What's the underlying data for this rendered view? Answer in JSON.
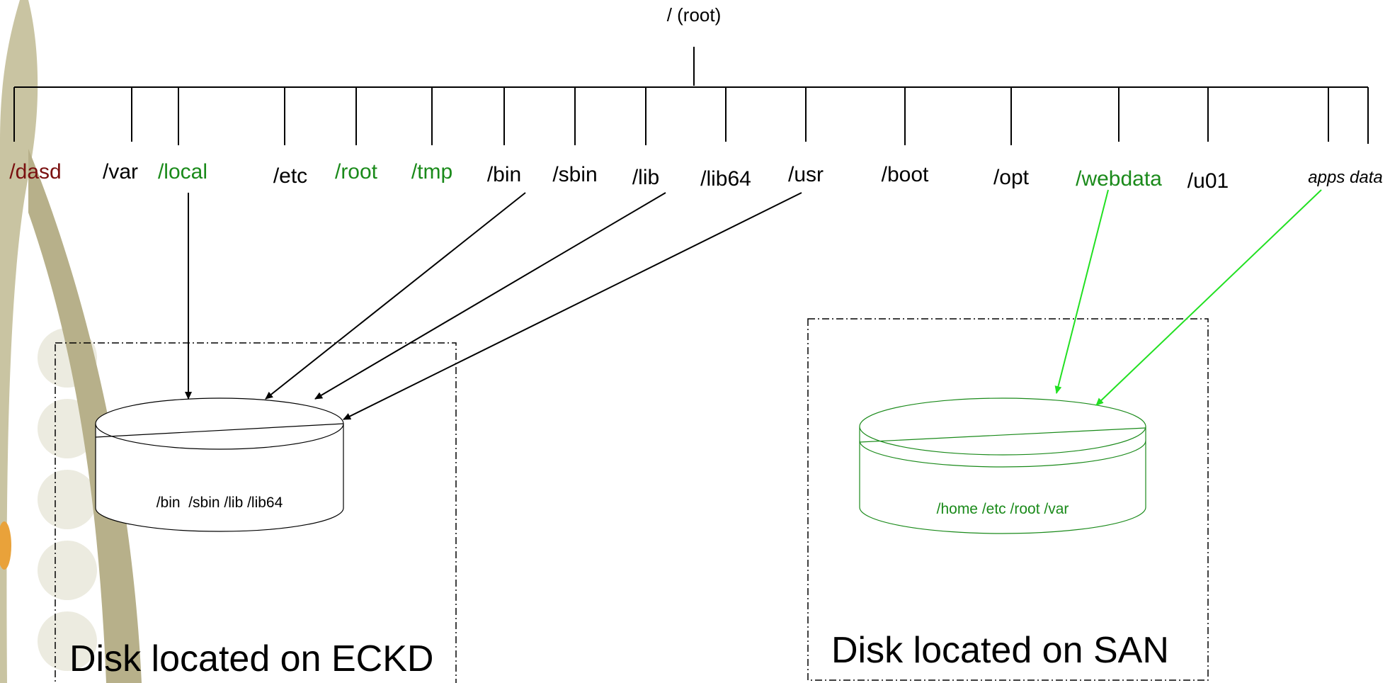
{
  "root_label": "/ (root)",
  "colors": {
    "black": "#000000",
    "dark_red": "#7a1010",
    "green": "#1a8a1a",
    "bright_green": "#22e022",
    "decor_olive": "#b7b08a",
    "decor_light": "#e8e6d8"
  },
  "directories": [
    {
      "id": "dasd",
      "label": "/dasd",
      "color": "dark_red"
    },
    {
      "id": "var",
      "label": "/var",
      "color": "black"
    },
    {
      "id": "local",
      "label": "/local",
      "color": "green"
    },
    {
      "id": "etc",
      "label": "/etc",
      "color": "black"
    },
    {
      "id": "root",
      "label": "/root",
      "color": "green"
    },
    {
      "id": "tmp",
      "label": "/tmp",
      "color": "green"
    },
    {
      "id": "bin",
      "label": "/bin",
      "color": "black"
    },
    {
      "id": "sbin",
      "label": "/sbin",
      "color": "black"
    },
    {
      "id": "lib",
      "label": "/lib",
      "color": "black"
    },
    {
      "id": "lib64",
      "label": "/lib64",
      "color": "black"
    },
    {
      "id": "usr",
      "label": "/usr",
      "color": "black"
    },
    {
      "id": "boot",
      "label": "/boot",
      "color": "black"
    },
    {
      "id": "opt",
      "label": "/opt",
      "color": "black"
    },
    {
      "id": "webdata",
      "label": "/webdata",
      "color": "green"
    },
    {
      "id": "u01",
      "label": "/u01",
      "color": "black"
    },
    {
      "id": "appsdata",
      "label": "apps data",
      "color": "black"
    }
  ],
  "disks": {
    "eckd": {
      "box_label": "Disk located on ECKD",
      "contents": "/bin  /sbin /lib /lib64"
    },
    "san": {
      "box_label": "Disk located on SAN",
      "contents": "/home /etc /root /var"
    }
  },
  "mappings": [
    {
      "from": "local",
      "to": "eckd"
    },
    {
      "from": "bin",
      "to": "eckd"
    },
    {
      "from": "lib",
      "to": "eckd"
    },
    {
      "from": "usr",
      "to": "eckd"
    },
    {
      "from": "webdata",
      "to": "san"
    },
    {
      "from": "appsdata",
      "to": "san"
    }
  ]
}
